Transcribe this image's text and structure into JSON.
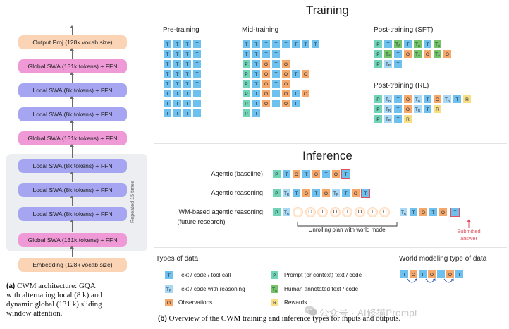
{
  "architecture": {
    "blocks": [
      {
        "label": "Output Proj  (128k vocab size)",
        "kind": "orange"
      },
      {
        "label": "Global SWA  (131k tokens)  + FFN",
        "kind": "pink"
      },
      {
        "label": "Local SWA  (8k tokens)  + FFN",
        "kind": "purple"
      },
      {
        "label": "Local SWA  (8k tokens)  + FFN",
        "kind": "purple"
      },
      {
        "label": "Global SWA  (131k tokens)  + FFN",
        "kind": "pink"
      },
      {
        "label": "Local SWA  (8k tokens)  + FFN",
        "kind": "purple"
      },
      {
        "label": "Local SWA  (8k tokens)  + FFN",
        "kind": "purple"
      },
      {
        "label": "Local SWA  (8k tokens)  + FFN",
        "kind": "purple"
      },
      {
        "label": "Global SWA  (131k tokens)  + FFN",
        "kind": "pink"
      },
      {
        "label": "Embedding  (128k vocab size)",
        "kind": "orange"
      }
    ],
    "repeat_label": "Repeated  15 times",
    "caption_tag": "(a)",
    "caption_lines": [
      "CWM architecture:  GQA",
      "with alternating local (8 k) and",
      "dynamic global (131 k) sliding",
      "window attention."
    ]
  },
  "training": {
    "title": "Training",
    "pretraining": {
      "title": "Pre-training",
      "rows": [
        [
          "T",
          "T",
          "T",
          "T"
        ],
        [
          "T",
          "T",
          "T",
          "T"
        ],
        [
          "T",
          "T",
          "T",
          "T"
        ],
        [
          "T",
          "T",
          "T",
          "T"
        ],
        [
          "T",
          "T",
          "T",
          "T"
        ],
        [
          "T",
          "T",
          "T",
          "T"
        ],
        [
          "T",
          "T",
          "T",
          "T"
        ],
        [
          "T",
          "T",
          "T",
          "T"
        ]
      ]
    },
    "midtraining": {
      "title": "Mid-training",
      "rows": [
        [
          "T",
          "T",
          "T",
          "T",
          "T",
          "T",
          "T",
          "T"
        ],
        [
          "T",
          "T",
          "T",
          "T"
        ],
        [
          "P",
          "T",
          "O",
          "T",
          "O"
        ],
        [
          "P",
          "T",
          "O",
          "T",
          "O",
          "T",
          "O"
        ],
        [
          "P",
          "T",
          "O",
          "T",
          "O"
        ],
        [
          "P",
          "T",
          "O",
          "T",
          "O",
          "T",
          "O"
        ],
        [
          "P",
          "T",
          "O",
          "T",
          "O",
          "T"
        ],
        [
          "P",
          "T"
        ]
      ]
    },
    "sft": {
      "title": "Post-training (SFT)",
      "rows": [
        [
          "P",
          "T",
          "TA",
          "T",
          "TA",
          "T",
          "TA"
        ],
        [
          "P",
          "TA",
          "T",
          "O",
          "TA",
          "O",
          "TA",
          "O"
        ],
        [
          "P",
          "TR",
          "T"
        ]
      ]
    },
    "rl": {
      "title": "Post-training (RL)",
      "rows": [
        [
          "P",
          "TR",
          "T",
          "O",
          "TR",
          "T",
          "O",
          "TR",
          "T",
          "R"
        ],
        [
          "P",
          "TR",
          "T",
          "O",
          "TR",
          "T",
          "R"
        ],
        [
          "P",
          "TR",
          "T",
          "R"
        ]
      ]
    }
  },
  "inference": {
    "title": "Inference",
    "rows": [
      {
        "label": "Agentic (baseline)",
        "tokens": [
          "P",
          "T",
          "O",
          "T",
          "O",
          "T",
          "O",
          "T"
        ]
      },
      {
        "label": "Agentic reasoning",
        "tokens": [
          "P",
          "TR",
          "T",
          "O",
          "T",
          "O",
          "TR",
          "T",
          "O",
          "T"
        ]
      }
    ],
    "wm_label_line1": "WM-based agentic reasoning",
    "wm_label_line2": "(future research)",
    "wm_prefix": [
      "P",
      "TR"
    ],
    "wm_imagined": [
      "T",
      "O",
      "T",
      "O",
      "T",
      "O",
      "T",
      "O"
    ],
    "wm_suffix": [
      "TR",
      "T",
      "O",
      "T",
      "O",
      "T"
    ],
    "unrolling_label": "Unrolling plan with world model",
    "submitted_label_line1": "Submitted",
    "submitted_label_line2": "answer"
  },
  "legend": {
    "title": "Types of data",
    "items": [
      {
        "sym": "T",
        "kind": "T",
        "text": "Text / code / tool call"
      },
      {
        "sym": "TR",
        "kind": "TR",
        "text": "Text / code with reasoning"
      },
      {
        "sym": "O",
        "kind": "O",
        "text": "Observations"
      },
      {
        "sym": "P",
        "kind": "P",
        "text": "Prompt (or context)  text / code"
      },
      {
        "sym": "TA",
        "kind": "TA",
        "text": "Human annotated text / code"
      },
      {
        "sym": "R",
        "kind": "R",
        "text": "Rewards"
      }
    ],
    "wm_title": "World modeling type of data",
    "wm_tokens": [
      "T",
      "O",
      "T",
      "O",
      "T",
      "O",
      "T"
    ]
  },
  "caption_b": {
    "tag": "(b)",
    "text": "Overview of the CWM training and inference types for inputs and outputs."
  },
  "watermark": "公众号 · AI修猫Prompt",
  "colors": {
    "text_token": "#6ec1ee",
    "reasoning_token": "#a9d8f5",
    "observation_token": "#f6a86a",
    "prompt_token": "#72d4b7",
    "annotated_token": "#76c46a",
    "reward_token": "#f8df86",
    "submitted": "#e0515f",
    "global_swa": "#ef9ad7",
    "local_swa": "#a5a5f1",
    "proj": "#fbd3b5"
  }
}
